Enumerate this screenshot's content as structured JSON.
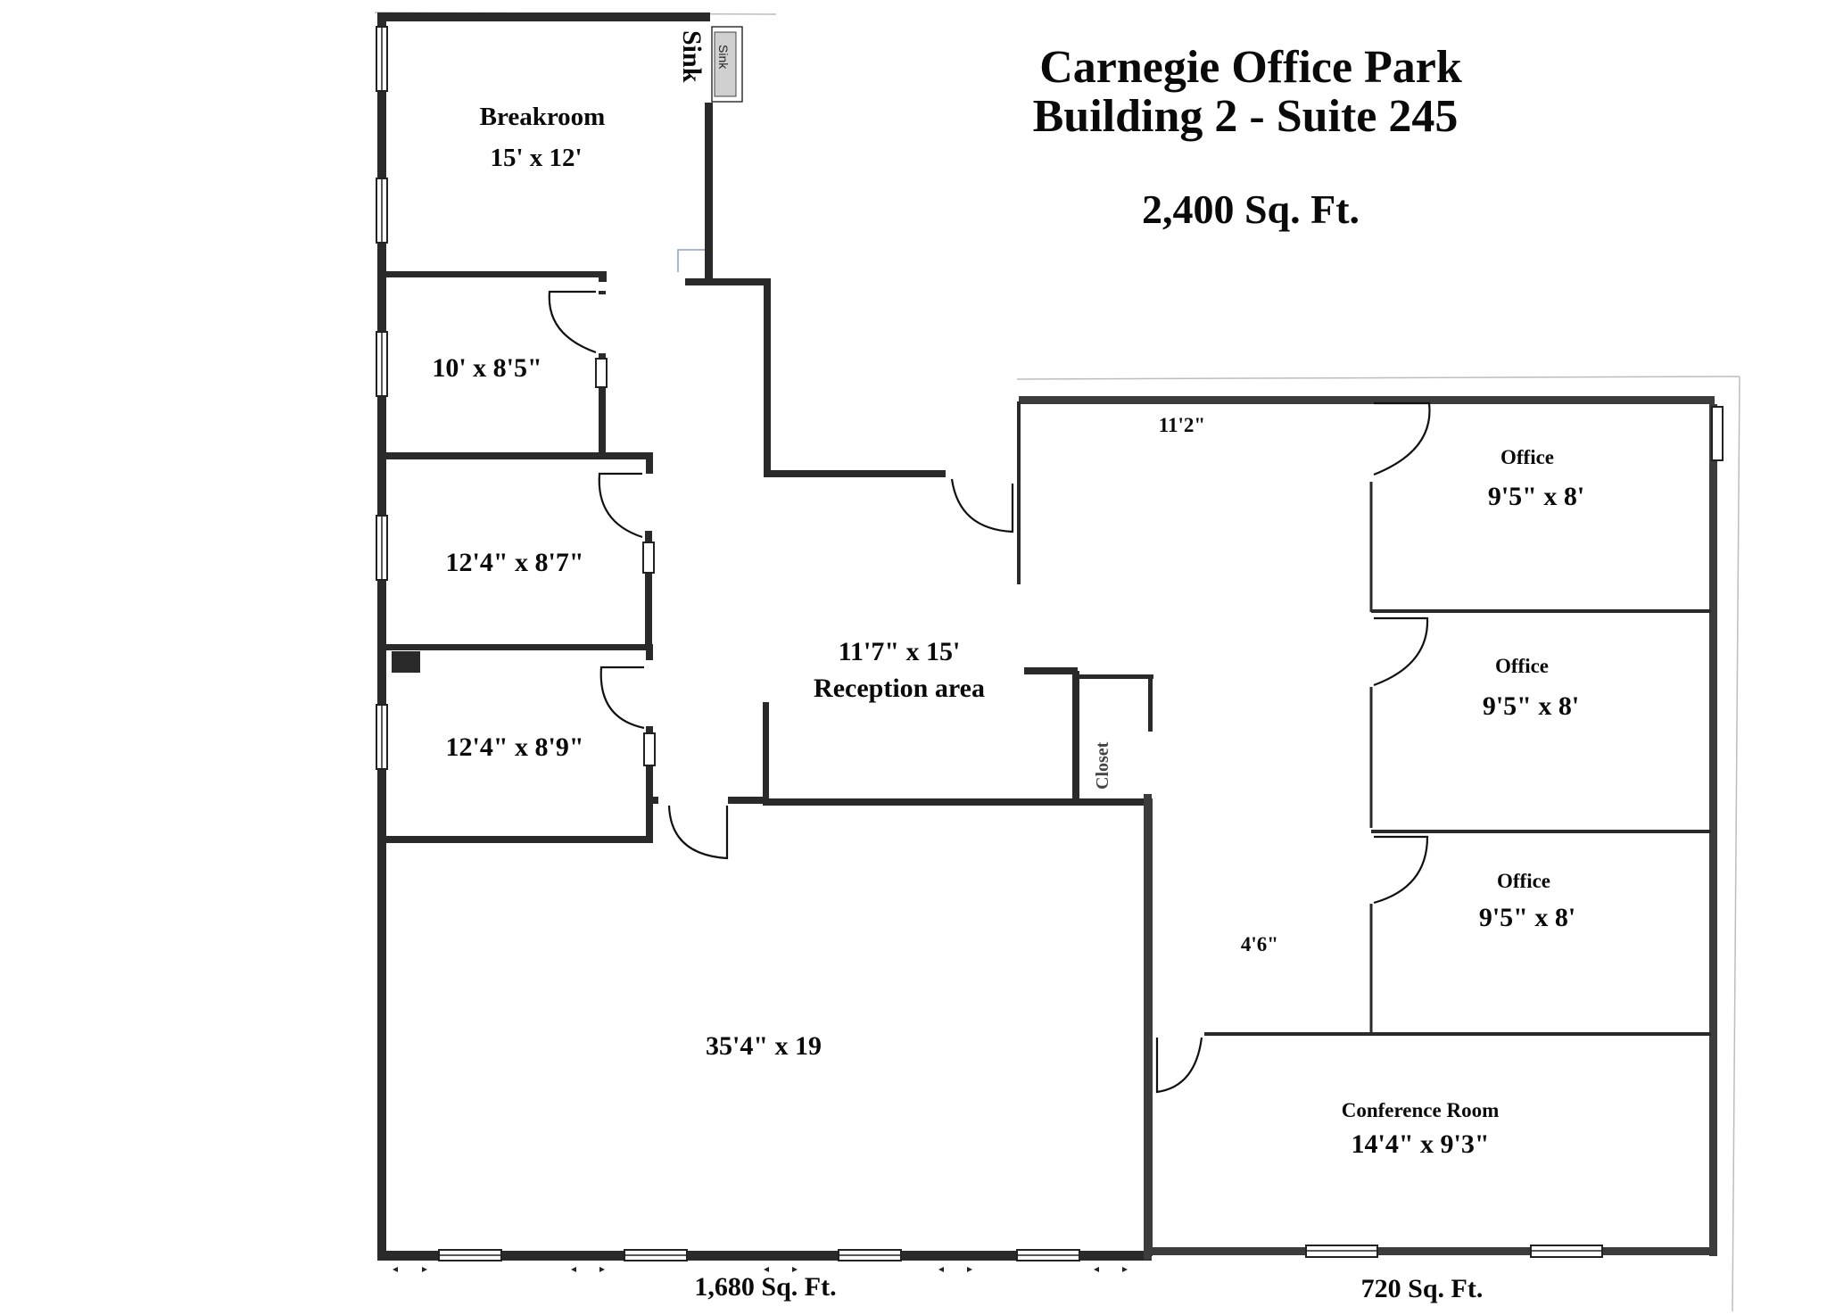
{
  "header": {
    "line1": "Carnegie Office Park",
    "line2": "Building 2 - Suite 245",
    "total_area": "2,400 Sq. Ft."
  },
  "rooms": {
    "breakroom": {
      "name": "Breakroom",
      "dims": "15' x 12'"
    },
    "sink_label": "Sink",
    "sink_fixture": "Sink",
    "office_a": {
      "dims": "10' x 8'5\""
    },
    "office_b": {
      "dims": "12'4\" x 8'7\""
    },
    "office_c": {
      "dims": "12'4\" x 8'9\""
    },
    "reception": {
      "dims": "11'7\" x 15'",
      "name": "Reception area"
    },
    "closet": {
      "name": "Closet"
    },
    "open_area": {
      "dims": "35'4\" x 19"
    },
    "corridor_top": {
      "dims": "11'2\""
    },
    "corridor_side": {
      "dims": "4'6\""
    },
    "office_1": {
      "name": "Office",
      "dims": "9'5\" x 8'"
    },
    "office_2": {
      "name": "Office",
      "dims": "9'5\" x 8'"
    },
    "office_3": {
      "name": "Office",
      "dims": "9'5\" x 8'"
    },
    "conference": {
      "name": "Conference Room",
      "dims": "14'4\" x 9'3\""
    }
  },
  "footer": {
    "left_area": "1,680 Sq. Ft.",
    "right_area": "720 Sq. Ft."
  },
  "colors": {
    "wall": "#2a2a2a",
    "background": "#ffffff",
    "text": "#0a0a0a"
  }
}
